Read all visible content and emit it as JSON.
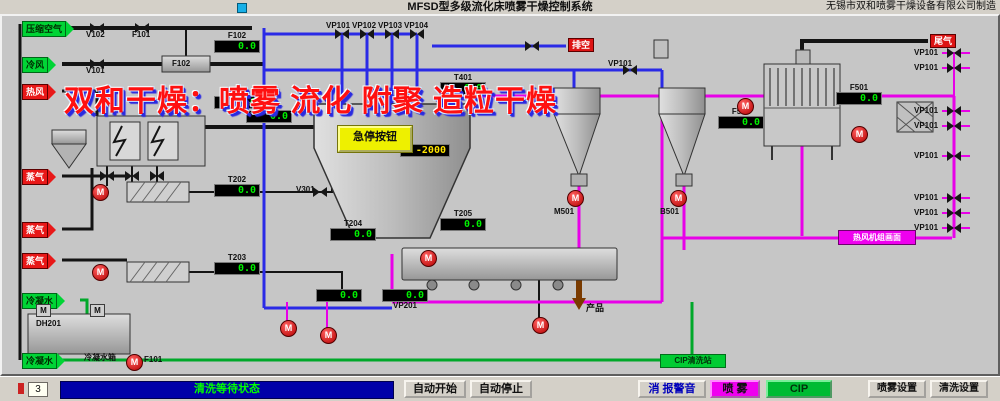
{
  "chrome": {
    "title": "MFSD型多级流化床喷雾干燥控制系统",
    "company": "无锡市双和喷雾干燥设备有限公司制造"
  },
  "watermark": {
    "part1": "双和干燥：",
    "part2": "喷雾 流化 附聚 造粒干燥"
  },
  "pump": {
    "label": "M"
  },
  "estop": {
    "label": "急停按钮"
  },
  "inlets": [
    {
      "label": "压缩空气",
      "type": "green"
    },
    {
      "label": "冷风",
      "type": "green"
    },
    {
      "label": "热风",
      "type": "red"
    },
    {
      "label": "蒸气",
      "type": "red"
    },
    {
      "label": "蒸气",
      "type": "red"
    },
    {
      "label": "蒸气",
      "type": "red"
    },
    {
      "label": "冷凝水",
      "type": "green"
    },
    {
      "label": "冷凝水",
      "type": "green"
    }
  ],
  "io": {
    "exhaust": "排空",
    "tailgas": "尾气",
    "product": "产品"
  },
  "displays": [
    {
      "label": "F102",
      "value": "0.0"
    },
    {
      "label": "T201",
      "value": "0.0"
    },
    {
      "label": "F201",
      "value": "0.0"
    },
    {
      "label": "T202",
      "value": "0.0"
    },
    {
      "label": "T203",
      "value": "0.0"
    },
    {
      "label": "T204",
      "value": "0.0"
    },
    {
      "label": "T205",
      "value": "0.0"
    },
    {
      "label": "T401",
      "value": "0.0"
    },
    {
      "label": "F501",
      "value": "0.0"
    },
    {
      "label": "F502",
      "value": "0.0"
    },
    {
      "label": "",
      "value": "0.0"
    },
    {
      "label": "VP201",
      "value": "0.0"
    },
    {
      "label": "",
      "value": "-2000"
    }
  ],
  "labels": [
    "V102",
    "F101",
    "V101",
    "F102",
    "VP101",
    "VP102",
    "VP103",
    "VP104",
    "VP101",
    "V301",
    "M501",
    "B501",
    "冷凝水箱",
    "DH201",
    "F101"
  ],
  "right_valves": [
    "VP101",
    "VP101",
    "VP101",
    "VP101",
    "VP101",
    "VP101",
    "VP101",
    "VP101"
  ],
  "nav": {
    "magenta": "热风机组画面",
    "green": "CIP清洗站"
  },
  "status": {
    "counter": "3",
    "text": "清洗等待状态"
  },
  "buttons": {
    "auto_start": "自动开始",
    "auto_stop": "自动停止",
    "mute": "消 报警音",
    "spray": "喷 雾",
    "cip": "CIP",
    "spray_set": "喷雾设置",
    "clean_set": "清洗设置"
  }
}
